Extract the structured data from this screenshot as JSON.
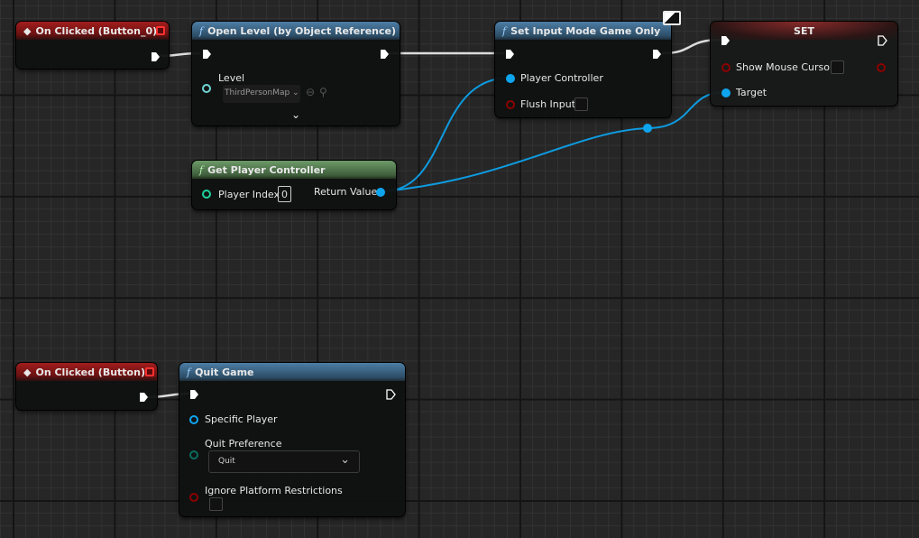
{
  "nodes": {
    "on_clicked_0": {
      "title": "On Clicked (Button_0)"
    },
    "open_level": {
      "title": "Open Level (by Object Reference)",
      "level_label": "Level",
      "level_value": "ThirdPersonMap"
    },
    "set_input_mode": {
      "title": "Set Input Mode Game Only",
      "player_controller": "Player Controller",
      "flush_input": "Flush Input"
    },
    "set": {
      "title": "SET",
      "show_mouse_cursor": "Show Mouse Cursor",
      "target": "Target"
    },
    "get_player_controller": {
      "title": "Get Player Controller",
      "player_index_label": "Player Index",
      "player_index_value": "0",
      "return_value": "Return Value"
    },
    "on_clicked_1": {
      "title": "On Clicked (Button)"
    },
    "quit_game": {
      "title": "Quit Game",
      "specific_player": "Specific Player",
      "quit_preference": "Quit Preference",
      "quit_preference_value": "Quit",
      "ignore_platform": "Ignore Platform Restrictions"
    }
  },
  "colors": {
    "exec": "#ffffff",
    "object": "#0ea5ef",
    "bool": "#8b0000",
    "int": "#1fd1a0",
    "enum": "#0b6b5e",
    "event_header": "#a21d1d",
    "func_header": "#4d7ea6",
    "pure_header": "#6d9a68"
  }
}
